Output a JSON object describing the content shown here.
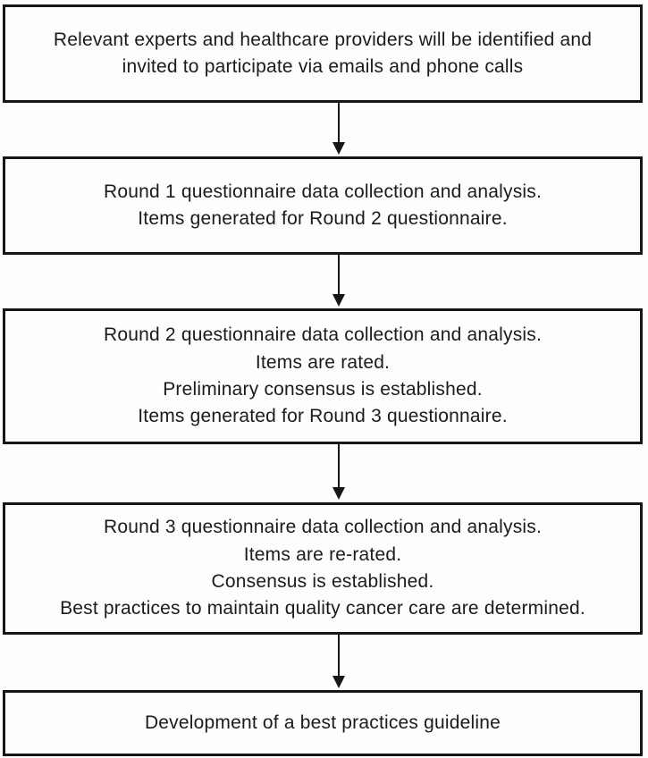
{
  "diagram": {
    "type": "flowchart",
    "direction": "top-down",
    "colors": {
      "box_border": "#161616",
      "box_fill": "#fdfdfd",
      "text": "#1b1b1b",
      "arrow": "#161616"
    },
    "boxes": [
      {
        "id": "recruit-participants",
        "text": "Relevant experts and healthcare providers will be identified and\ninvited to participate via emails and phone calls"
      },
      {
        "id": "round-1",
        "text": "Round 1 questionnaire data collection and analysis.\nItems generated for Round 2 questionnaire."
      },
      {
        "id": "round-2",
        "text": "Round 2 questionnaire data collection and analysis.\nItems are rated.\nPreliminary consensus is established.\nItems generated for Round 3 questionnaire."
      },
      {
        "id": "round-3",
        "text": "Round 3 questionnaire data collection and analysis.\nItems are re-rated.\nConsensus is established.\nBest practices to maintain quality cancer care are determined."
      },
      {
        "id": "guideline-development",
        "text": "Development of a best practices guideline"
      }
    ],
    "connectors": [
      {
        "from": "recruit-participants",
        "to": "round-1"
      },
      {
        "from": "round-1",
        "to": "round-2"
      },
      {
        "from": "round-2",
        "to": "round-3"
      },
      {
        "from": "round-3",
        "to": "guideline-development"
      }
    ]
  }
}
